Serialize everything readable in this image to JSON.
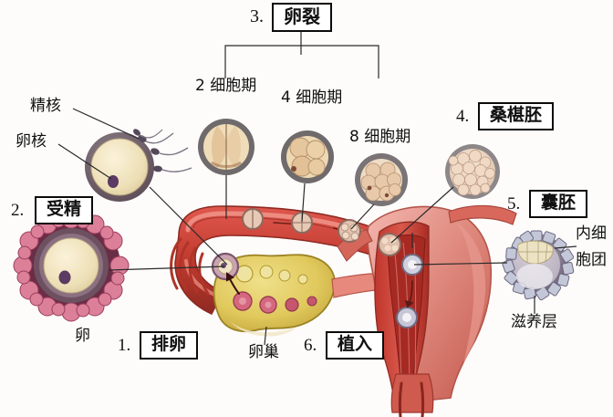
{
  "figure": {
    "title_semantic": "human-fertilization-and-implantation-diagram",
    "background_color": "#fdfcfb",
    "text_color": "#111111",
    "box_border_color": "#0b0b0b",
    "leader_line_color": "#2a2a2a"
  },
  "numbered_steps": [
    {
      "index": "1.",
      "label": "排卵",
      "name": "ovulation"
    },
    {
      "index": "2.",
      "label": "受精",
      "name": "fertilization"
    },
    {
      "index": "3.",
      "label": "卵裂",
      "name": "cleavage"
    },
    {
      "index": "4.",
      "label": "桑椹胚",
      "name": "morula"
    },
    {
      "index": "5.",
      "label": "囊胚",
      "name": "blastocyst"
    },
    {
      "index": "6.",
      "label": "植入",
      "name": "implantation"
    }
  ],
  "plain_labels": [
    {
      "label": "精核",
      "name": "sperm-nucleus"
    },
    {
      "label": "卵核",
      "name": "egg-nucleus"
    },
    {
      "label": "卵",
      "name": "ovum"
    },
    {
      "label": "卵巢",
      "name": "ovary"
    },
    {
      "label": "2 细胞期",
      "name": "two-cell-stage"
    },
    {
      "label": "4 细胞期",
      "name": "four-cell-stage"
    },
    {
      "label": "8 细胞期",
      "name": "eight-cell-stage"
    },
    {
      "label": "内细",
      "name": "inner-cell-mass-line1"
    },
    {
      "label": "胞团",
      "name": "inner-cell-mass-line2"
    },
    {
      "label": "滋养层",
      "name": "trophoblast"
    }
  ],
  "anatomy": {
    "fallopian_tube": "输卵管",
    "uterus": "子宫",
    "ovary": "卵巢",
    "colors": {
      "tube_outer": "#c0392b",
      "tube_inner": "#e8786b",
      "uterus_body": "#d9534f",
      "uterus_light": "#f0a9a0",
      "endometrium": "#b7332c",
      "ovary_fill": "#e2c75a",
      "ovary_outline": "#8d7420",
      "follicle": "#d9627a",
      "zona": "#6e5a63",
      "cytoplasm": "#efe0bd",
      "nucleus": "#5c3a62",
      "corona": "#d9708f",
      "blastocyst_rim": "#9aa3bd",
      "blastocyst_cavity": "#6b5f72"
    }
  },
  "stages_on_tube": [
    {
      "name": "zygote-in-tube",
      "stage": "受精卵"
    },
    {
      "name": "two-cell-in-tube",
      "stage": "2 细胞期"
    },
    {
      "name": "four-cell-in-tube",
      "stage": "4 细胞期"
    },
    {
      "name": "eight-cell-in-tube",
      "stage": "8 细胞期"
    },
    {
      "name": "morula-in-tube",
      "stage": "桑椹胚"
    },
    {
      "name": "blastocyst-in-uterus",
      "stage": "囊胚"
    },
    {
      "name": "implanting-blastocyst",
      "stage": "植入"
    }
  ]
}
